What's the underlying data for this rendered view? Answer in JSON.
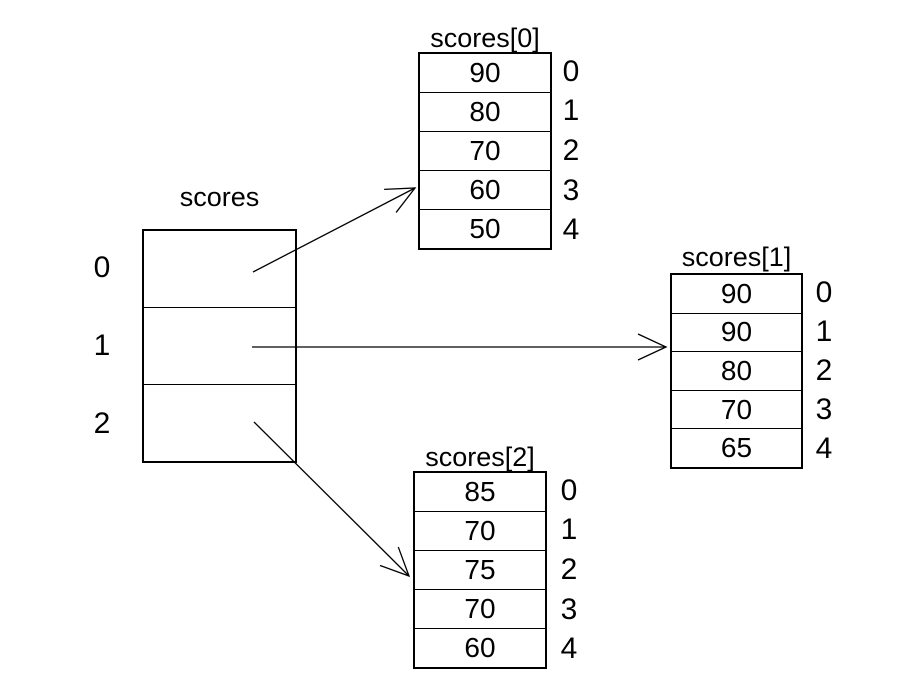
{
  "main_array": {
    "title": "scores",
    "indices": [
      "0",
      "1",
      "2"
    ]
  },
  "sub_arrays": [
    {
      "title": "scores[0]",
      "values": [
        "90",
        "80",
        "70",
        "60",
        "50"
      ],
      "indices": [
        "0",
        "1",
        "2",
        "3",
        "4"
      ]
    },
    {
      "title": "scores[1]",
      "values": [
        "90",
        "90",
        "80",
        "70",
        "65"
      ],
      "indices": [
        "0",
        "1",
        "2",
        "3",
        "4"
      ]
    },
    {
      "title": "scores[2]",
      "values": [
        "85",
        "70",
        "75",
        "70",
        "60"
      ],
      "indices": [
        "0",
        "1",
        "2",
        "3",
        "4"
      ]
    }
  ],
  "arrows": [
    {
      "from": "scores cell 0",
      "to": "scores[0] array"
    },
    {
      "from": "scores cell 1",
      "to": "scores[1] array"
    },
    {
      "from": "scores cell 2",
      "to": "scores[2] array"
    }
  ],
  "colors": {
    "line": "#000000",
    "text": "#000000",
    "background": "#ffffff"
  }
}
